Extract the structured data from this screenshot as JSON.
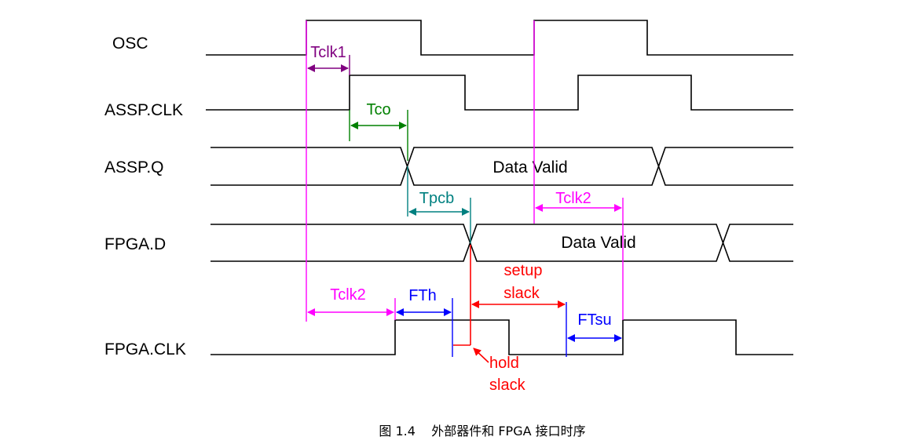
{
  "signals": {
    "osc": "OSC",
    "assp_clk": "ASSP.CLK",
    "assp_q": "ASSP.Q",
    "fpga_d": "FPGA.D",
    "fpga_clk": "FPGA.CLK"
  },
  "bus_labels": {
    "assp_q_valid": "Data Valid",
    "fpga_d_valid": "Data Valid"
  },
  "annotations": {
    "tclk1": "Tclk1",
    "tco": "Tco",
    "tpcb": "Tpcb",
    "tclk2_top": "Tclk2",
    "tclk2_bottom": "Tclk2",
    "fth": "FTh",
    "ftsu": "FTsu",
    "setup_line1": "setup",
    "setup_line2": "slack",
    "hold_line1": "hold",
    "hold_line2": "slack"
  },
  "caption": "图 1.4    外部器件和 FPGA 接口时序",
  "colors": {
    "waveform": "#000000",
    "tclk1": "#800080",
    "tco": "#008000",
    "tpcb": "#008080",
    "tclk2": "#ff00ff",
    "fpga_timing": "#0000ff",
    "slack": "#ff0000"
  }
}
